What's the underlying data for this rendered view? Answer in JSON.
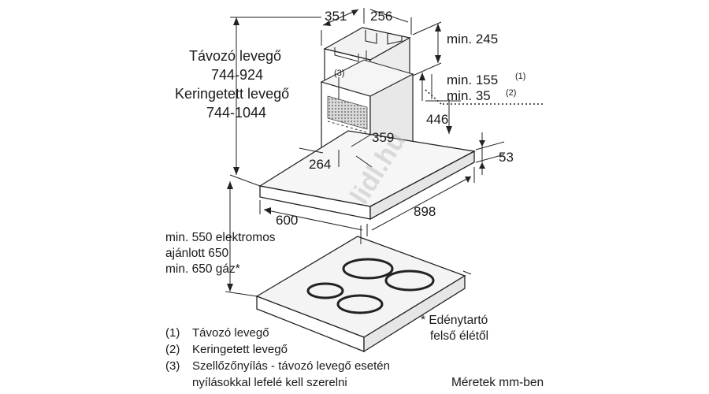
{
  "dimensions": {
    "chimney_width": "351",
    "chimney_depth": "256",
    "min_top": "min. 245",
    "min_exhaust": "min. 155",
    "min_exhaust_ref": "(1)",
    "min_recirc": "min. 35",
    "min_recirc_ref": "(2)",
    "height_446": "446",
    "inner_depth": "359",
    "inner_width": "264",
    "canopy_height": "53",
    "canopy_depth": "600",
    "canopy_width": "898"
  },
  "heights": {
    "exhaust_label": "Távozó levegő",
    "exhaust_range": "744-924",
    "recirc_label": "Keringetett levegő",
    "recirc_range": "744-1044"
  },
  "clearance": {
    "line1": "min. 550 elektromos",
    "line2": "ajánlott 650",
    "line3": "min. 650 gáz*"
  },
  "callout_vent": "(3)",
  "footnote": {
    "line1": "* Edénytartó",
    "line2": "felső élétől"
  },
  "legend": [
    {
      "num": "(1)",
      "text": "Távozó levegő"
    },
    {
      "num": "(2)",
      "text": "Keringetett levegő"
    },
    {
      "num": "(3)",
      "text": "Szellőzőnyílás - távozó levegő esetén"
    },
    {
      "num": "",
      "text": "nyílásokkal lefelé kell szerelni"
    }
  ],
  "units_note": "Méretek mm-ben",
  "watermark": "lidl.hu"
}
